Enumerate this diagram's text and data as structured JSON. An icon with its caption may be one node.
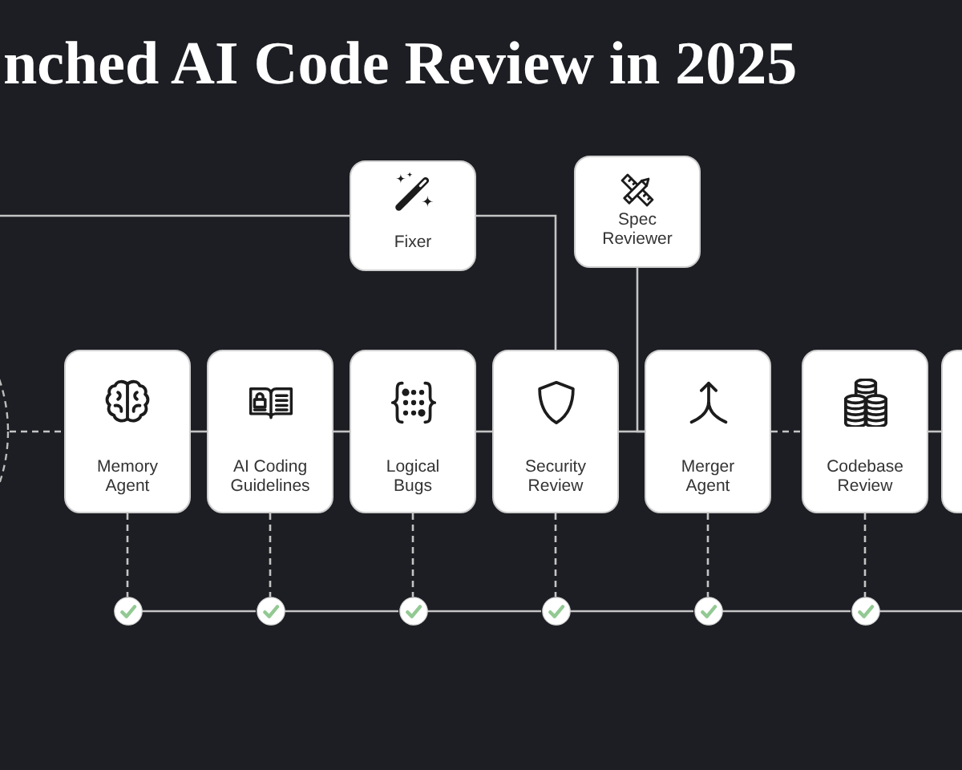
{
  "diagram": {
    "title": "nched AI Code Review in 2025",
    "nodes": [
      {
        "text": [
          "Fixer"
        ]
      },
      {
        "text": [
          "Spec Reviewer"
        ]
      },
      {
        "text": [],
        "shape": "circle"
      },
      {
        "text": [
          "Memory Agent"
        ]
      },
      {
        "text": [
          "AI Coding Guidelines"
        ]
      },
      {
        "text": [
          "Logical Bugs"
        ]
      },
      {
        "text": [
          "Security Review"
        ]
      },
      {
        "text": [
          "Merger Agent"
        ]
      },
      {
        "text": [
          "Codebase Review"
        ]
      },
      {
        "text": [],
        "shape": "box"
      },
      {
        "text": [],
        "shape": "circle"
      },
      {
        "text": [],
        "shape": "circle"
      },
      {
        "text": [],
        "shape": "circle"
      },
      {
        "text": [],
        "shape": "circle"
      },
      {
        "text": [],
        "shape": "circle"
      },
      {
        "text": [],
        "shape": "circle"
      }
    ],
    "edges": [
      {
        "from": null,
        "to": 0,
        "arrow": "none"
      },
      {
        "from": 0,
        "to": 6,
        "arrow": "none"
      },
      {
        "from": 1,
        "to": 7,
        "arrow": "none"
      },
      {
        "from": 2,
        "to": 3,
        "arrow": "none",
        "style": "dashed"
      },
      {
        "from": 3,
        "to": 4,
        "arrow": "none"
      },
      {
        "from": 4,
        "to": 5,
        "arrow": "none"
      },
      {
        "from": 5,
        "to": 6,
        "arrow": "none"
      },
      {
        "from": 6,
        "to": 7,
        "arrow": "none"
      },
      {
        "from": 7,
        "to": 8,
        "arrow": "none",
        "style": "dashed"
      },
      {
        "from": 8,
        "to": 9,
        "arrow": "none"
      },
      {
        "from": 3,
        "to": 10,
        "arrow": "none",
        "style": "dashed"
      },
      {
        "from": 4,
        "to": 11,
        "arrow": "none",
        "style": "dashed"
      },
      {
        "from": 5,
        "to": 12,
        "arrow": "none",
        "style": "dashed"
      },
      {
        "from": 6,
        "to": 13,
        "arrow": "none",
        "style": "dashed"
      },
      {
        "from": 7,
        "to": 14,
        "arrow": "none",
        "style": "dashed"
      },
      {
        "from": 8,
        "to": 15,
        "arrow": "none",
        "style": "dashed"
      },
      {
        "from": 10,
        "to": 11,
        "arrow": "none"
      },
      {
        "from": 11,
        "to": 12,
        "arrow": "none"
      },
      {
        "from": 12,
        "to": 13,
        "arrow": "none"
      },
      {
        "from": 13,
        "to": 14,
        "arrow": "none"
      },
      {
        "from": 14,
        "to": 15,
        "arrow": "none"
      },
      {
        "from": 15,
        "to": null,
        "arrow": "none"
      }
    ]
  }
}
